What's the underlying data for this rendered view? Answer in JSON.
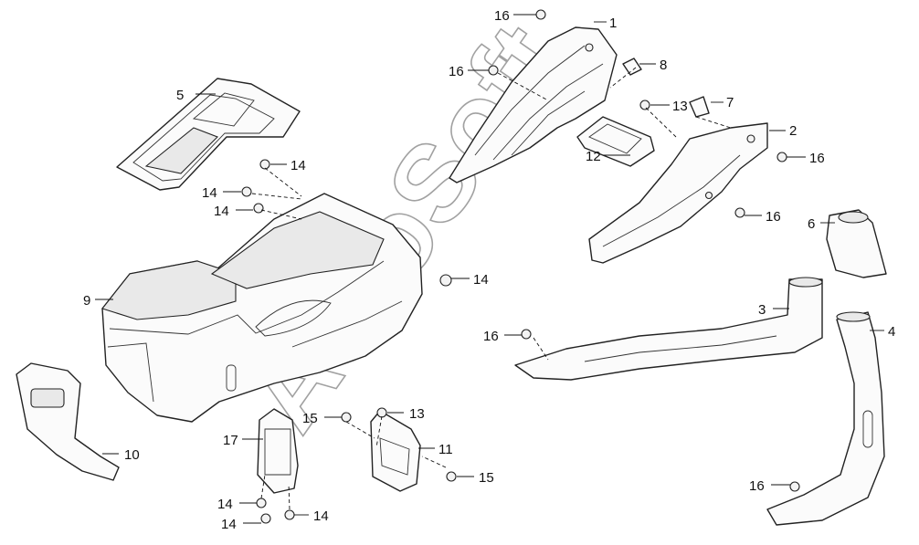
{
  "watermark": "AutoSoft",
  "callouts": {
    "p1": "1",
    "p2": "2",
    "p3": "3",
    "p4": "4",
    "p5": "5",
    "p6": "6",
    "p7": "7",
    "p8": "8",
    "p9": "9",
    "p10": "10",
    "p11": "11",
    "p12": "12",
    "p13a": "13",
    "p13b": "13",
    "p14a": "14",
    "p14b": "14",
    "p14c": "14",
    "p14d": "14",
    "p14e": "14",
    "p14f": "14",
    "p14g": "14",
    "p15a": "15",
    "p15b": "15",
    "p16a": "16",
    "p16b": "16",
    "p16c": "16",
    "p16d": "16",
    "p16e": "16",
    "p16f": "16",
    "p17": "17"
  }
}
